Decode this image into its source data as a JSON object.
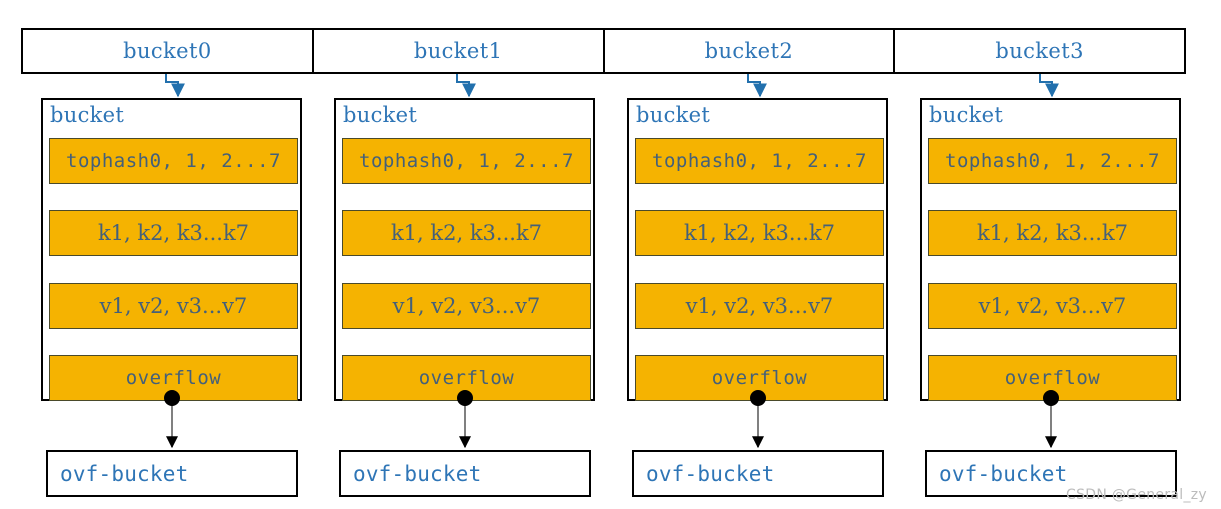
{
  "diagram": {
    "title": "Go map bucket array with overflow buckets",
    "colors": {
      "slot_fill": "#f5b301",
      "label_blue": "#2e75b6",
      "slot_text": "#44607a",
      "border_black": "#000000",
      "connector_gray": "#808080",
      "watermark_gray": "#bcbcbc"
    }
  },
  "header": {
    "cells": [
      {
        "label": "bucket0"
      },
      {
        "label": "bucket1"
      },
      {
        "label": "bucket2"
      },
      {
        "label": "bucket3"
      }
    ]
  },
  "columns": [
    {
      "bucket_label": "bucket",
      "slots": [
        {
          "label": "tophash0, 1, 2...7"
        },
        {
          "label": "k1, k2, k3...k7"
        },
        {
          "label": "v1, v2, v3...v7"
        },
        {
          "label": "overflow"
        }
      ],
      "ovf_label": "ovf-bucket"
    },
    {
      "bucket_label": "bucket",
      "slots": [
        {
          "label": "tophash0, 1, 2...7"
        },
        {
          "label": "k1, k2, k3...k7"
        },
        {
          "label": "v1, v2, v3...v7"
        },
        {
          "label": "overflow"
        }
      ],
      "ovf_label": "ovf-bucket"
    },
    {
      "bucket_label": "bucket",
      "slots": [
        {
          "label": "tophash0, 1, 2...7"
        },
        {
          "label": "k1, k2, k3...k7"
        },
        {
          "label": "v1, v2, v3...v7"
        },
        {
          "label": "overflow"
        }
      ],
      "ovf_label": "ovf-bucket"
    },
    {
      "bucket_label": "bucket",
      "slots": [
        {
          "label": "tophash0, 1, 2...7"
        },
        {
          "label": "k1, k2, k3...k7"
        },
        {
          "label": "v1, v2, v3...v7"
        },
        {
          "label": "overflow"
        }
      ],
      "ovf_label": "ovf-bucket"
    }
  ],
  "watermark": {
    "text": "CSDN @General_zy"
  }
}
